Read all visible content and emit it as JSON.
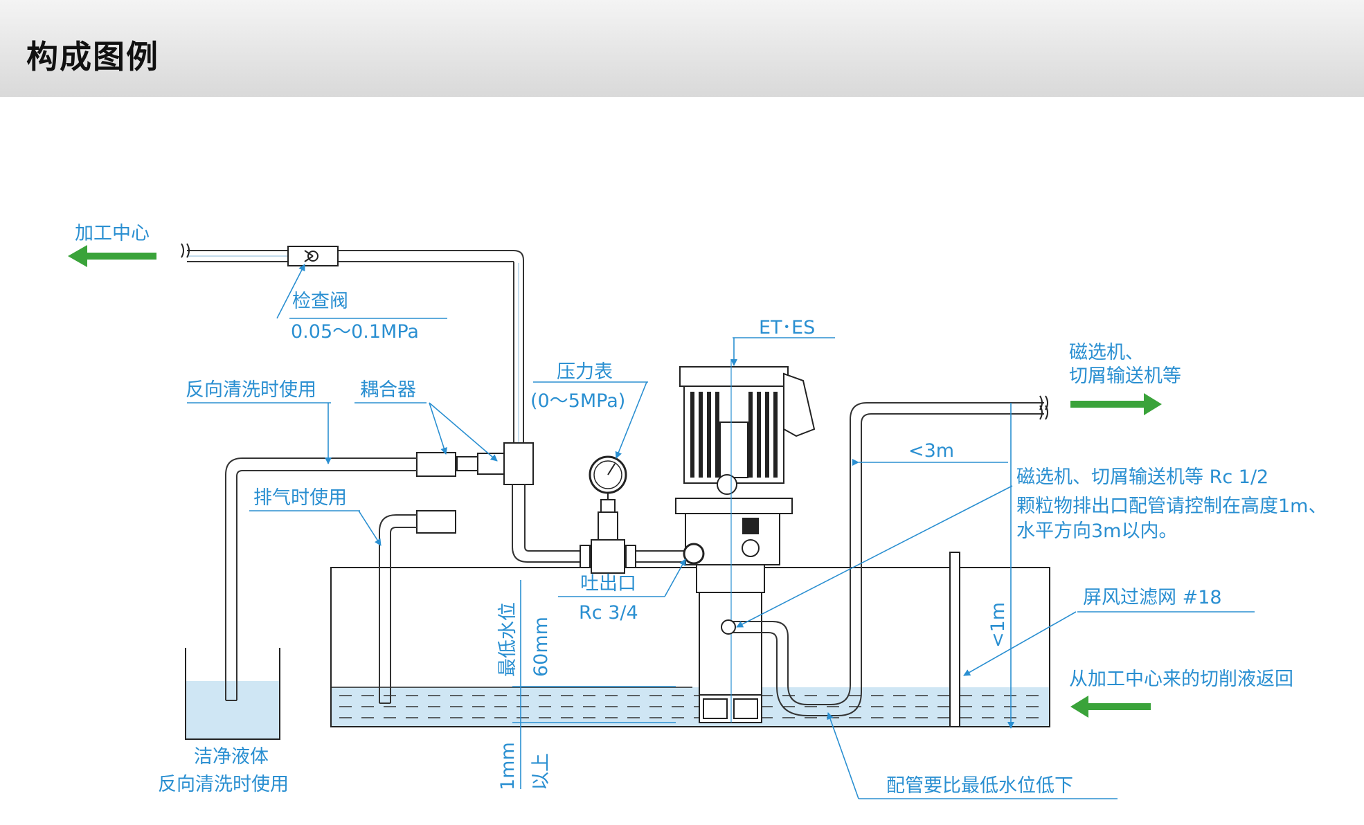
{
  "header": {
    "title": "构成图例"
  },
  "labels": {
    "machining_center": "加工中心",
    "check_valve": "检查阀",
    "check_valve_pressure": "0.05～0.1MPa",
    "pump_model": "ET･ES",
    "pressure_gauge": "压力表",
    "gauge_range": "(0～5MPa)",
    "backwash_use": "反向清洗时使用",
    "coupling": "耦合器",
    "vent_use": "排气时使用",
    "discharge_port": "吐出口",
    "discharge_size": "Rc 3/4",
    "magnetic_separator_1": "磁选机、",
    "magnetic_separator_2": "切屑输送机等",
    "distance_3m": "<3m",
    "note_line1": "磁选机、切屑输送机等 Rc 1/2",
    "note_line2": "颗粒物排出口配管请控制在高度1m、",
    "note_line3": "水平方向3m以内。",
    "screen_filter": "屏风过滤网 #18",
    "height_1m": "<1m",
    "return_fluid": "从加工中心来的切削液返回",
    "min_water_level": "最低水位",
    "depth_60mm": "60mm",
    "depth_1mm": "1mm",
    "above": "以上",
    "clean_fluid": "洁净液体",
    "clean_backwash": "反向清洗时使用",
    "pipe_lower": "配管要比最低水位低下"
  },
  "colors": {
    "accent": "#2a8fd1",
    "arrow_green": "#3aa33a",
    "water": "#cfe6f4"
  }
}
